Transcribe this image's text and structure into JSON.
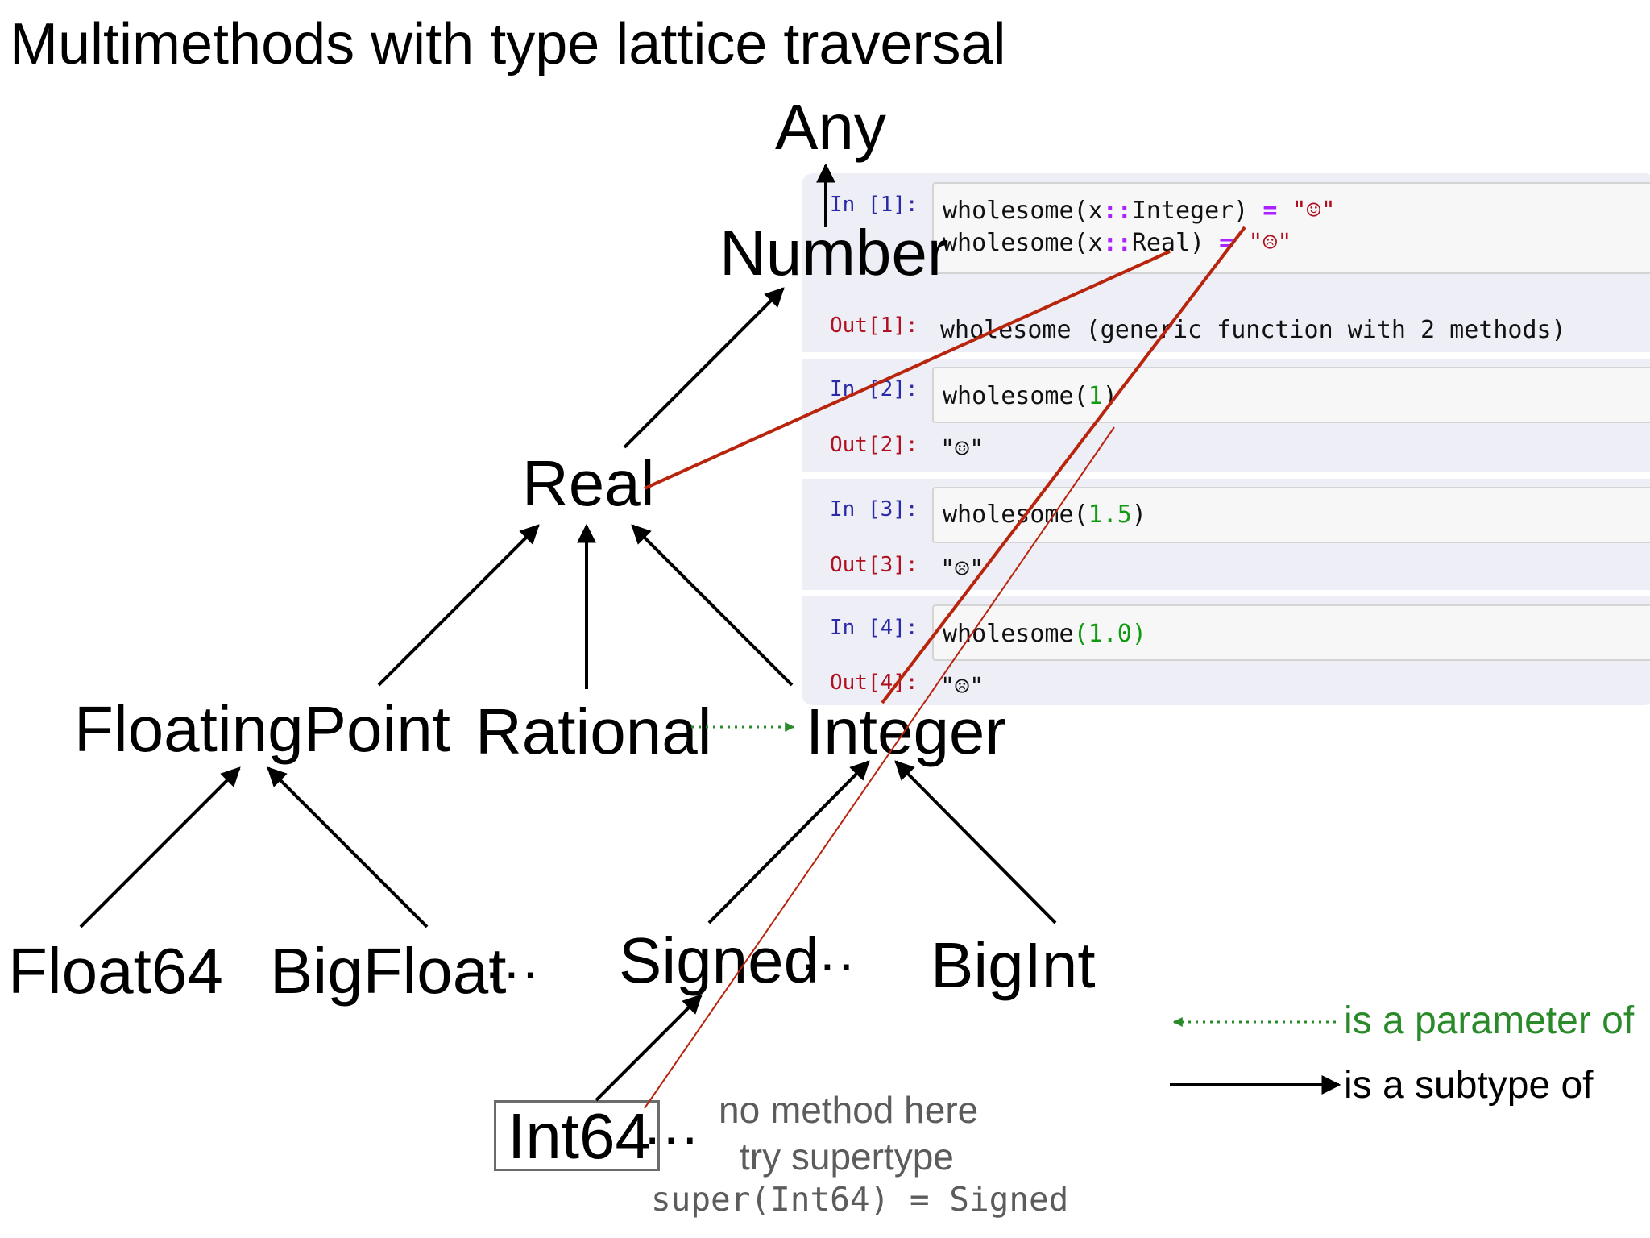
{
  "title": "Multimethods with type lattice traversal",
  "nodes": {
    "any": "Any",
    "number": "Number",
    "real": "Real",
    "floatingpoint": "FloatingPoint",
    "rational": "Rational",
    "integer": "Integer",
    "float64": "Float64",
    "bigfloat": "BigFloat",
    "signed": "Signed",
    "bigint": "BigInt",
    "int64": "Int64"
  },
  "ellipsis": "···",
  "note": {
    "line1": "no method here",
    "line2": "try supertype",
    "line3": "super(Int64) = Signed"
  },
  "legend": {
    "parameter": "is a parameter of",
    "subtype": "is a subtype of"
  },
  "colors": {
    "parameter_arrow": "#2a8a2a",
    "dispatch_line": "#b8240c",
    "keyword": "#aa22ff",
    "number_literal": "#119911",
    "in_prompt": "#2a2aa8",
    "out_prompt": "#b01020"
  },
  "notebook": {
    "cells": [
      {
        "in_prompt": "In [1]:",
        "code_line1": {
          "name": "wholesome(x",
          "op": "::",
          "type": "Integer)",
          "eq": " = ",
          "value": "\"☺\""
        },
        "code_line2": {
          "name": "wholesome(x",
          "op": "::",
          "type": "Real)",
          "eq": " = ",
          "value": "\"☹\""
        },
        "out_prompt": "Out[1]:",
        "output": "wholesome (generic function with 2 methods)"
      },
      {
        "in_prompt": "In [2]:",
        "code": {
          "fn": "wholesome(",
          "arg": "1",
          "close": ")"
        },
        "out_prompt": "Out[2]:",
        "output": "\"☺\""
      },
      {
        "in_prompt": "In [3]:",
        "code": {
          "fn": "wholesome(",
          "arg": "1.5",
          "close": ")"
        },
        "out_prompt": "Out[3]:",
        "output": "\"☹\""
      },
      {
        "in_prompt": "In [4]:",
        "code": {
          "fn": "wholesome",
          "open": "(",
          "arg": "1.0",
          "close": ")"
        },
        "out_prompt": "Out[4]:",
        "output": "\"☹\""
      }
    ]
  }
}
